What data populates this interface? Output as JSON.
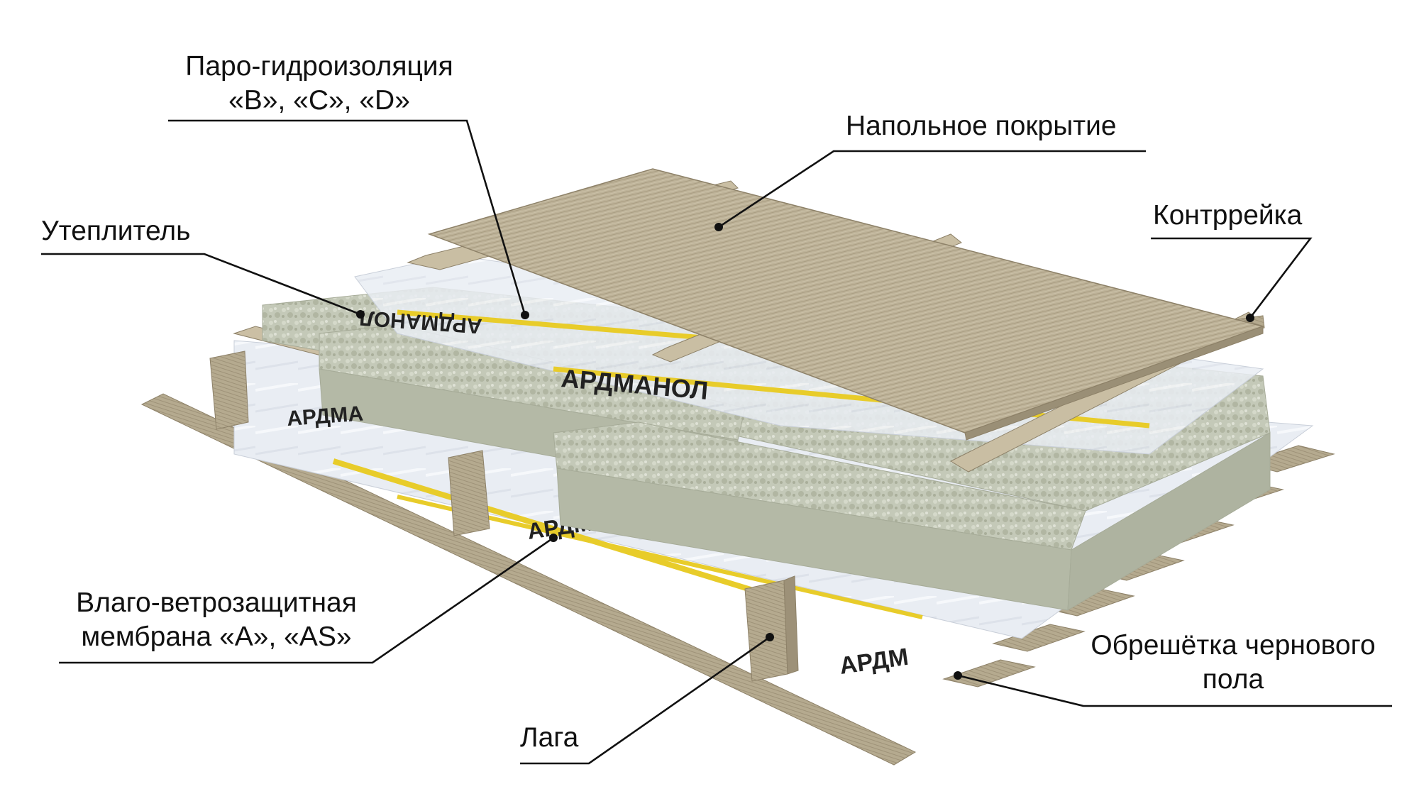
{
  "colors": {
    "background": "#ffffff",
    "wood_light": "#bfb49a",
    "wood_mid": "#a89c80",
    "wood_dark": "#8c8068",
    "membrane": "#e8ecf2",
    "membrane_shadow": "#c9cfd9",
    "insulation": "#c8cdbd",
    "insulation_dark": "#a6ab98",
    "stripe_yellow": "#e8cc2a",
    "brand_text": "#222222",
    "leader_line": "#111111"
  },
  "brand": {
    "text_top": "АРДМАНОЛ",
    "text_center": "АРДМАНОЛ",
    "text_left": "АРДМА",
    "text_front": "АРДМА",
    "text_bottom": "АРДМ"
  },
  "labels": {
    "vapor_barrier_line1": "Паро-гидроизоляция",
    "vapor_barrier_line2": "«B», «C», «D»",
    "floor_covering": "Напольное покрытие",
    "counter_batten": "Контррейка",
    "insulation": "Утеплитель",
    "wind_membrane_line1": "Влаго-ветрозащитная",
    "wind_membrane_line2": "мембрана «A», «AS»",
    "subfloor_battens_line1": "Обрешётка чернового",
    "subfloor_battens_line2": "пола",
    "joist": "Лага"
  }
}
